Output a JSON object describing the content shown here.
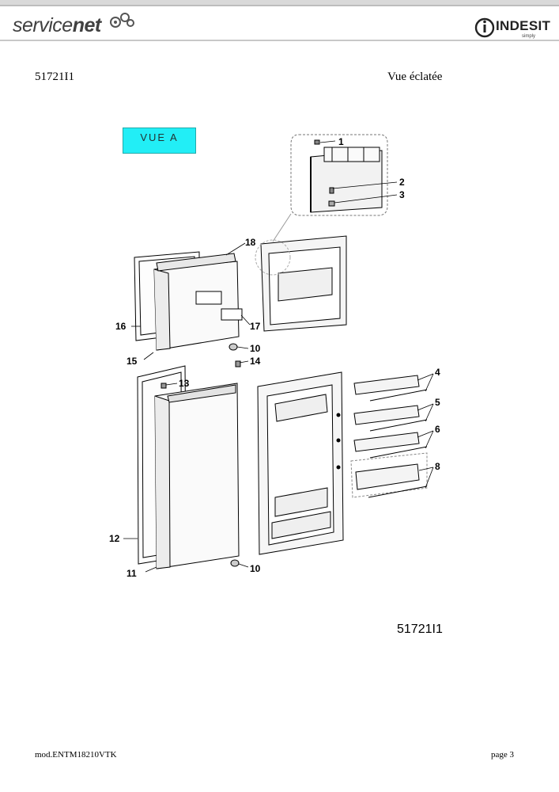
{
  "header": {
    "logo_part1": "service",
    "logo_part2": "net",
    "brand": "INDESIT",
    "brand_sub": "simply"
  },
  "document": {
    "reference": "51721I1",
    "title": "Vue éclatée",
    "view_label": "VUE A",
    "drawing_code": "51721I1"
  },
  "callouts": [
    "1",
    "2",
    "3",
    "4",
    "5",
    "6",
    "8",
    "10",
    "10",
    "11",
    "12",
    "13",
    "14",
    "15",
    "16",
    "17",
    "18"
  ],
  "footer": {
    "model": "mod.ENTM18210VTK",
    "page": "page 3"
  }
}
